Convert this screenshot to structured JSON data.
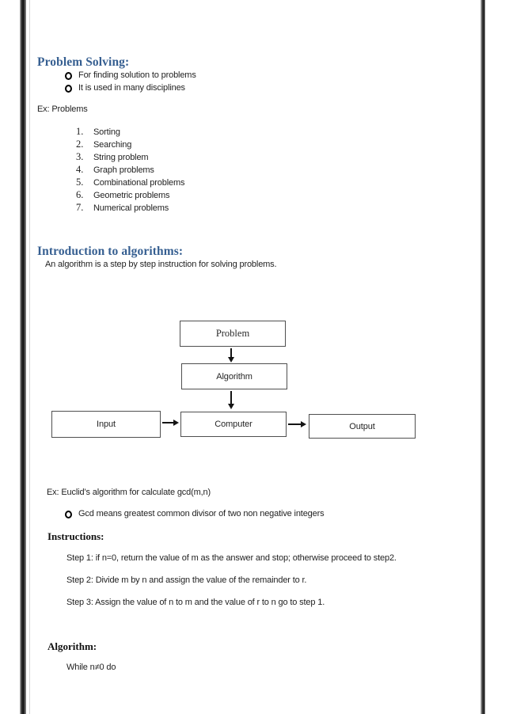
{
  "colors": {
    "heading_blue": "#365f91",
    "body_text": "#1f1f1f",
    "flowchart_border": "#4f4f4f",
    "page_rule": "#1c1c1c"
  },
  "problem_solving": {
    "heading": "Problem Solving:",
    "bullets": [
      "For finding solution to problems",
      "It is used in many disciplines"
    ],
    "example_label": "Ex: Problems",
    "problem_list": [
      {
        "num": "1.",
        "label": "Sorting"
      },
      {
        "num": "2.",
        "label": "Searching"
      },
      {
        "num": "3.",
        "label": "String problem"
      },
      {
        "num": "4.",
        "label": "Graph problems"
      },
      {
        "num": "5.",
        "label": "Combinational problems"
      },
      {
        "num": "6.",
        "label": "Geometric problems"
      },
      {
        "num": "7.",
        "label": "Numerical problems"
      }
    ]
  },
  "introduction": {
    "heading": "Introduction to algorithms:",
    "body": "An algorithm is a step by step instruction for solving problems."
  },
  "flowchart": {
    "problem": "Problem",
    "algorithm": "Algorithm",
    "input": "Input",
    "computer": "Computer",
    "output": "Output"
  },
  "euclid": {
    "example": "Ex: Euclid’s algorithm for calculate gcd(m,n)",
    "bullet": "Gcd means greatest common divisor of two non negative integers",
    "instructions_heading": "Instructions:",
    "steps": [
      "Step 1: if n=0, return the value of m as the answer and stop; otherwise proceed to step2.",
      "Step 2: Divide m by n and assign the value of the remainder to r.",
      "Step 3: Assign the value of n to m and the value of r to n go to step 1."
    ],
    "algorithm_heading": "Algorithm:",
    "algorithm_body": "While n≠0 do"
  }
}
